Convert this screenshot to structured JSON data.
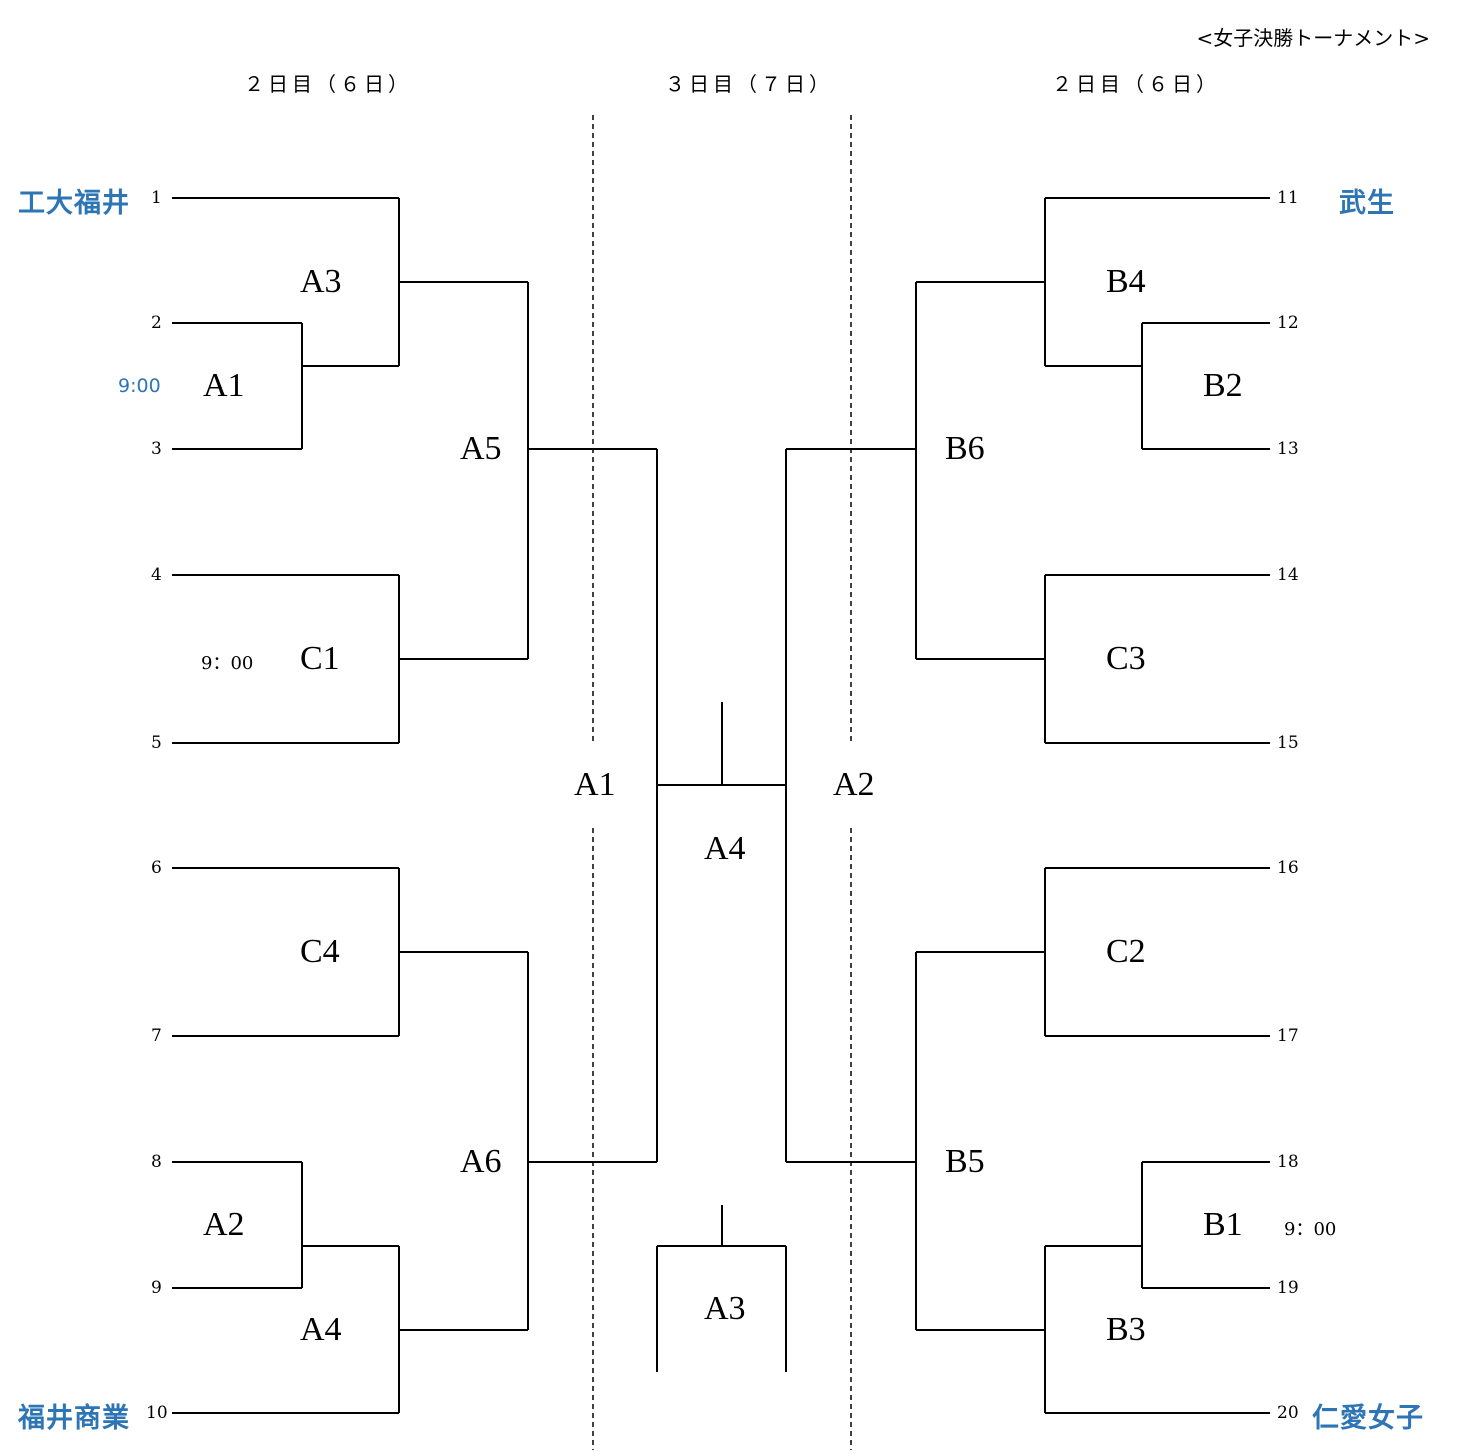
{
  "title": "<女子決勝トーナメント>",
  "days": {
    "left": "２日目（６日）",
    "center": "３日目（７日）",
    "right": "２日目（６日）"
  },
  "teams": {
    "seed1": "工大福井",
    "seed10": "福井商業",
    "seed11": "武生",
    "seed20": "仁愛女子"
  },
  "seeds": [
    "1",
    "2",
    "3",
    "4",
    "5",
    "6",
    "7",
    "8",
    "9",
    "10",
    "11",
    "12",
    "13",
    "14",
    "15",
    "16",
    "17",
    "18",
    "19",
    "20"
  ],
  "matches": {
    "left_a3": "A3",
    "left_a1": "A1",
    "left_a5": "A5",
    "left_c1": "C1",
    "left_c4": "C4",
    "left_a6": "A6",
    "left_a2": "A2",
    "left_a4": "A4",
    "semi_a1": "A1",
    "semi_a2": "A2",
    "final_a4": "A4",
    "third_a3": "A3",
    "right_b4": "B4",
    "right_b2": "B2",
    "right_b6": "B6",
    "right_c3": "C3",
    "right_c2": "C2",
    "right_b5": "B5",
    "right_b1": "B1",
    "right_b3": "B3"
  },
  "times": {
    "a1": "9:00",
    "c1": "9：00",
    "b1": "9：00"
  },
  "colors": {
    "team_text": "#2e75b6",
    "line": "#000000"
  }
}
